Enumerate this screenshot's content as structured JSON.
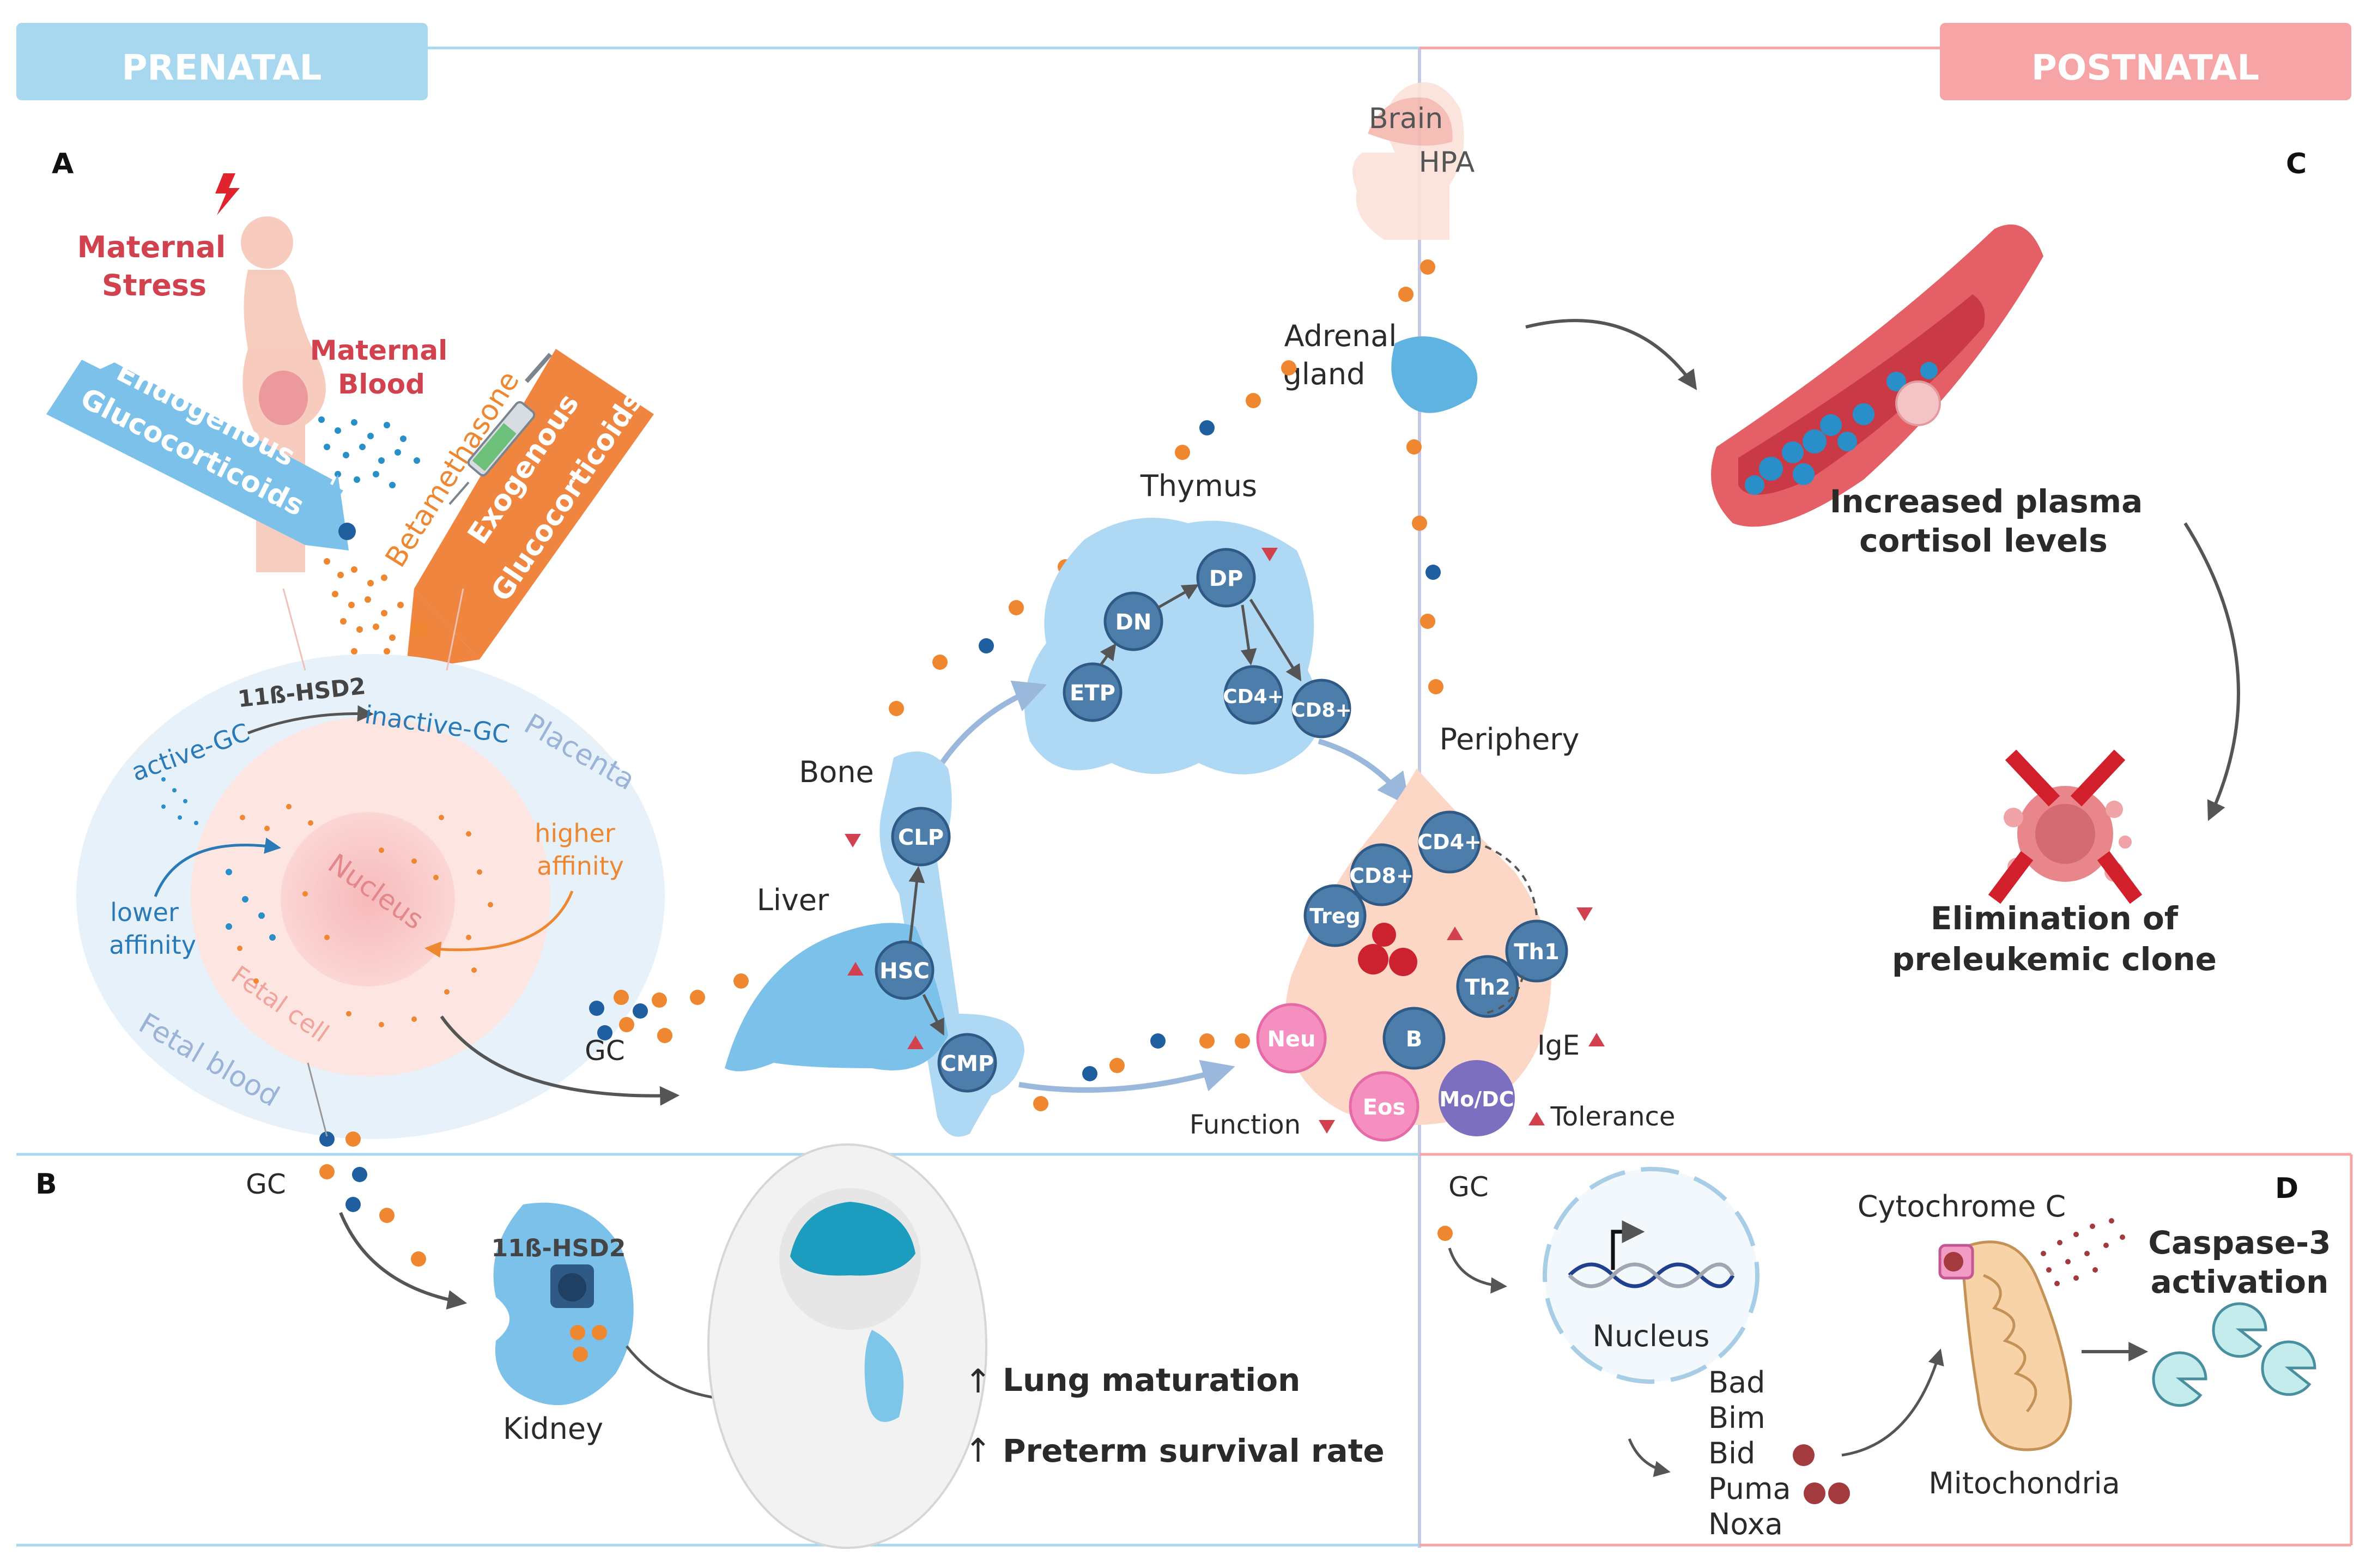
{
  "headers": {
    "prenatal": "PRENATAL",
    "postnatal": "POSTNATAL"
  },
  "panels": {
    "a": "A",
    "b": "B",
    "c": "C",
    "d": "D"
  },
  "panel_a": {
    "maternal_stress": [
      "Maternal",
      "Stress"
    ],
    "maternal_blood": [
      "Maternal",
      "Blood"
    ],
    "endogenous": [
      "Endogenous",
      "Glucocorticoids"
    ],
    "exogenous": [
      "Exogenous",
      "Glucocorticoids"
    ],
    "betamethasone": "Betamethasone",
    "hsd2": "11ß-HSD2",
    "active_gc": "active-GC",
    "inactive_gc": "inactive-GC",
    "placenta": "Placenta",
    "nucleus": "Nucleus",
    "fetal_cell": "Fetal cell",
    "fetal_blood": "Fetal blood",
    "lower_affinity": [
      "lower",
      "affinity"
    ],
    "higher_affinity": [
      "higher",
      "affinity"
    ],
    "gc": "GC",
    "brain": "Brain",
    "hpa": "HPA",
    "adrenal": [
      "Adrenal",
      "gland"
    ],
    "thymus": "Thymus",
    "bone": "Bone",
    "liver": "Liver",
    "periphery": "Periphery",
    "cells": {
      "etp": "ETP",
      "dn": "DN",
      "dp": "DP",
      "cd4_thymus": "CD4+",
      "cd8_thymus": "CD8+",
      "clp": "CLP",
      "hsc": "HSC",
      "cmp": "CMP",
      "cd4": "CD4+",
      "cd8": "CD8+",
      "treg": "Treg",
      "th1": "Th1",
      "th2": "Th2",
      "b": "B",
      "neu": "Neu",
      "eos": "Eos",
      "modc": "Mo/DC"
    },
    "ige": "IgE",
    "function": "Function",
    "tolerance": "Tolerance"
  },
  "panel_b": {
    "gc": "GC",
    "hsd2": "11ß-HSD2",
    "kidney": "Kidney",
    "lung_maturation": "Lung maturation",
    "preterm_survival": "Preterm survival rate"
  },
  "panel_c": {
    "cortisol": [
      "Increased plasma",
      "cortisol levels"
    ],
    "elimination": [
      "Elimination of",
      "preleukemic clone"
    ]
  },
  "panel_d": {
    "gc": "GC",
    "nucleus": "Nucleus",
    "genes": [
      "Bad",
      "Bim",
      "Bid",
      "Puma",
      "Noxa"
    ],
    "cytochrome": "Cytochrome C",
    "mitochondria": "Mitochondria",
    "caspase": [
      "Caspase-3",
      "activation"
    ]
  },
  "colors": {
    "prenatal": "#a8d8f0",
    "postnatal": "#f6a4a6",
    "gc_orange": "#ef8630",
    "gc_blue": "#1f5fa0",
    "cell_blue": "#4d7eab"
  }
}
